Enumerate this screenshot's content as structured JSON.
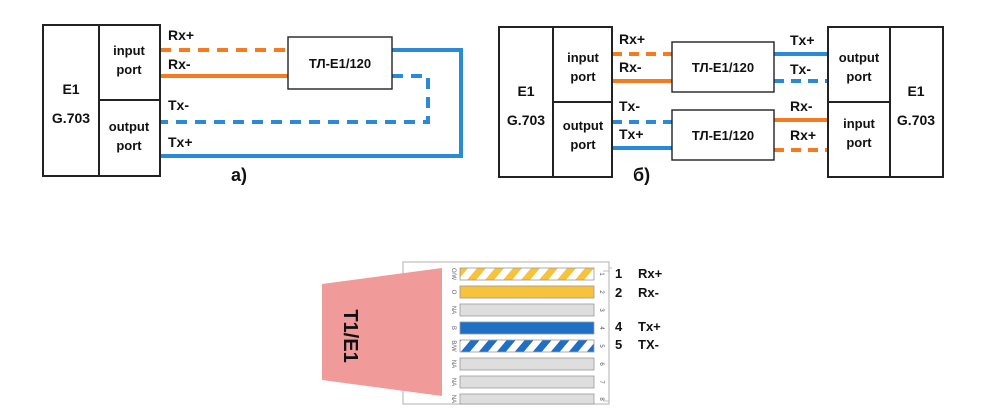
{
  "colors": {
    "orange": "#f47b20",
    "blue": "#2a8ad6",
    "pin_yellow": "#f7c33a",
    "pin_blue": "#1f6fc6",
    "pin_grey": "#dedede",
    "connector_pink": "#f09a9a"
  },
  "diagram_a": {
    "device": {
      "line1": "E1",
      "line2": "G.703"
    },
    "input_port": {
      "line1": "input",
      "line2": "port"
    },
    "output_port": {
      "line1": "output",
      "line2": "port"
    },
    "converter": "ТЛ-Е1/120",
    "signals": {
      "rx_plus": "Rx+",
      "rx_minus": "Rx-",
      "tx_minus": "Tx-",
      "tx_plus": "Tx+"
    },
    "caption": "а)"
  },
  "diagram_b": {
    "left_device": {
      "line1": "E1",
      "line2": "G.703"
    },
    "right_device": {
      "line1": "E1",
      "line2": "G.703"
    },
    "left_input_port": {
      "line1": "input",
      "line2": "port"
    },
    "left_output_port": {
      "line1": "output",
      "line2": "port"
    },
    "right_output_port": {
      "line1": "output",
      "line2": "port"
    },
    "right_input_port": {
      "line1": "input",
      "line2": "port"
    },
    "converter_top": "ТЛ-Е1/120",
    "converter_bottom": "ТЛ-Е1/120",
    "signals": {
      "left_rx_plus": "Rx+",
      "left_rx_minus": "Rx-",
      "left_tx_minus": "Tx-",
      "left_tx_plus": "Tx+",
      "right_tx_plus": "Tx+",
      "right_tx_minus": "Tx-",
      "right_rx_minus": "Rx-",
      "right_rx_plus": "Rx+"
    },
    "caption": "б)"
  },
  "connector": {
    "label": "T1/E1",
    "pin_side_labels": [
      "O/W",
      "O",
      "NA",
      "B",
      "B/W",
      "NA",
      "NA",
      "NA"
    ],
    "pin_numbers": [
      "1",
      "2",
      "3",
      "4",
      "5",
      "6",
      "7",
      "8"
    ],
    "pins": [
      {
        "number": "1",
        "signal": "Rx+"
      },
      {
        "number": "2",
        "signal": "Rx-"
      },
      {
        "number": "4",
        "signal": "Tx+"
      },
      {
        "number": "5",
        "signal": "TX-"
      }
    ]
  }
}
